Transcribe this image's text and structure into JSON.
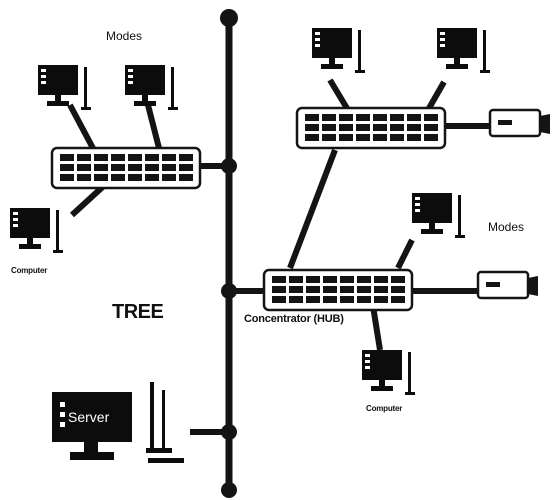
{
  "labels": {
    "modes_top": "Modes",
    "modes_right": "Modes",
    "computer_left": "Computer",
    "computer_bottom": "Computer",
    "tree": "TREE",
    "concentrator": "Concentrator (HUB)",
    "server": "Server"
  },
  "colors": {
    "line": "#141414",
    "device": "#0c0c0c",
    "screen_highlight": "#ffffff",
    "background": "#ffffff"
  }
}
